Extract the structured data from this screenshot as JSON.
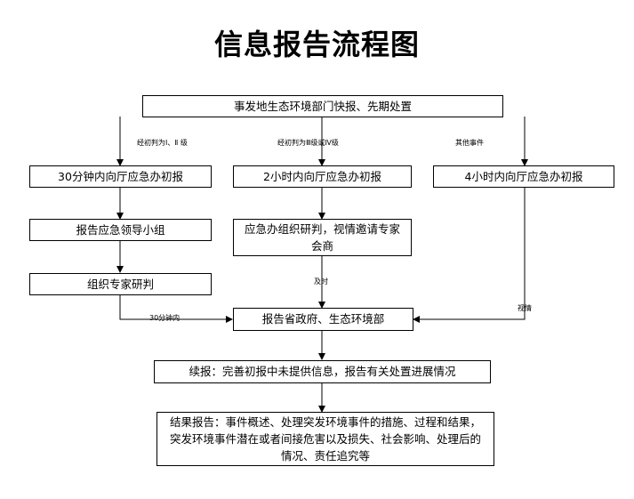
{
  "title": "信息报告流程图",
  "boxes": {
    "top": "事发地生态环境部门快报、先期处置",
    "report_30min": "30分钟内向厅应急办初报",
    "report_2h": "2小时内向厅应急办初报",
    "report_4h": "4小时内向厅应急办初报",
    "report_leadership": "报告应急领导小组",
    "expert_study": "组织专家研判",
    "emergency_study": "应急办组织研判，视情邀请专家会商",
    "provincial_report": "报告省政府、生态环境部",
    "follow_up": "续报：完善初报中未提供信息，报告有关处置进展情况",
    "final_report": "结果报告：事件概述、处理突发环境事件的措施、过程和结果，突发环境事件潜在或者间接危害以及损失、社会影响、处理后的情况、责任追究等"
  },
  "labels": {
    "level_1_2": "经初判为Ⅰ、Ⅱ 级",
    "level_3_4": "经初判为Ⅲ级或Ⅳ级",
    "other_events": "其他事件",
    "within_30min": "30分钟内",
    "in_time": "及时",
    "as_needed": "视情"
  }
}
